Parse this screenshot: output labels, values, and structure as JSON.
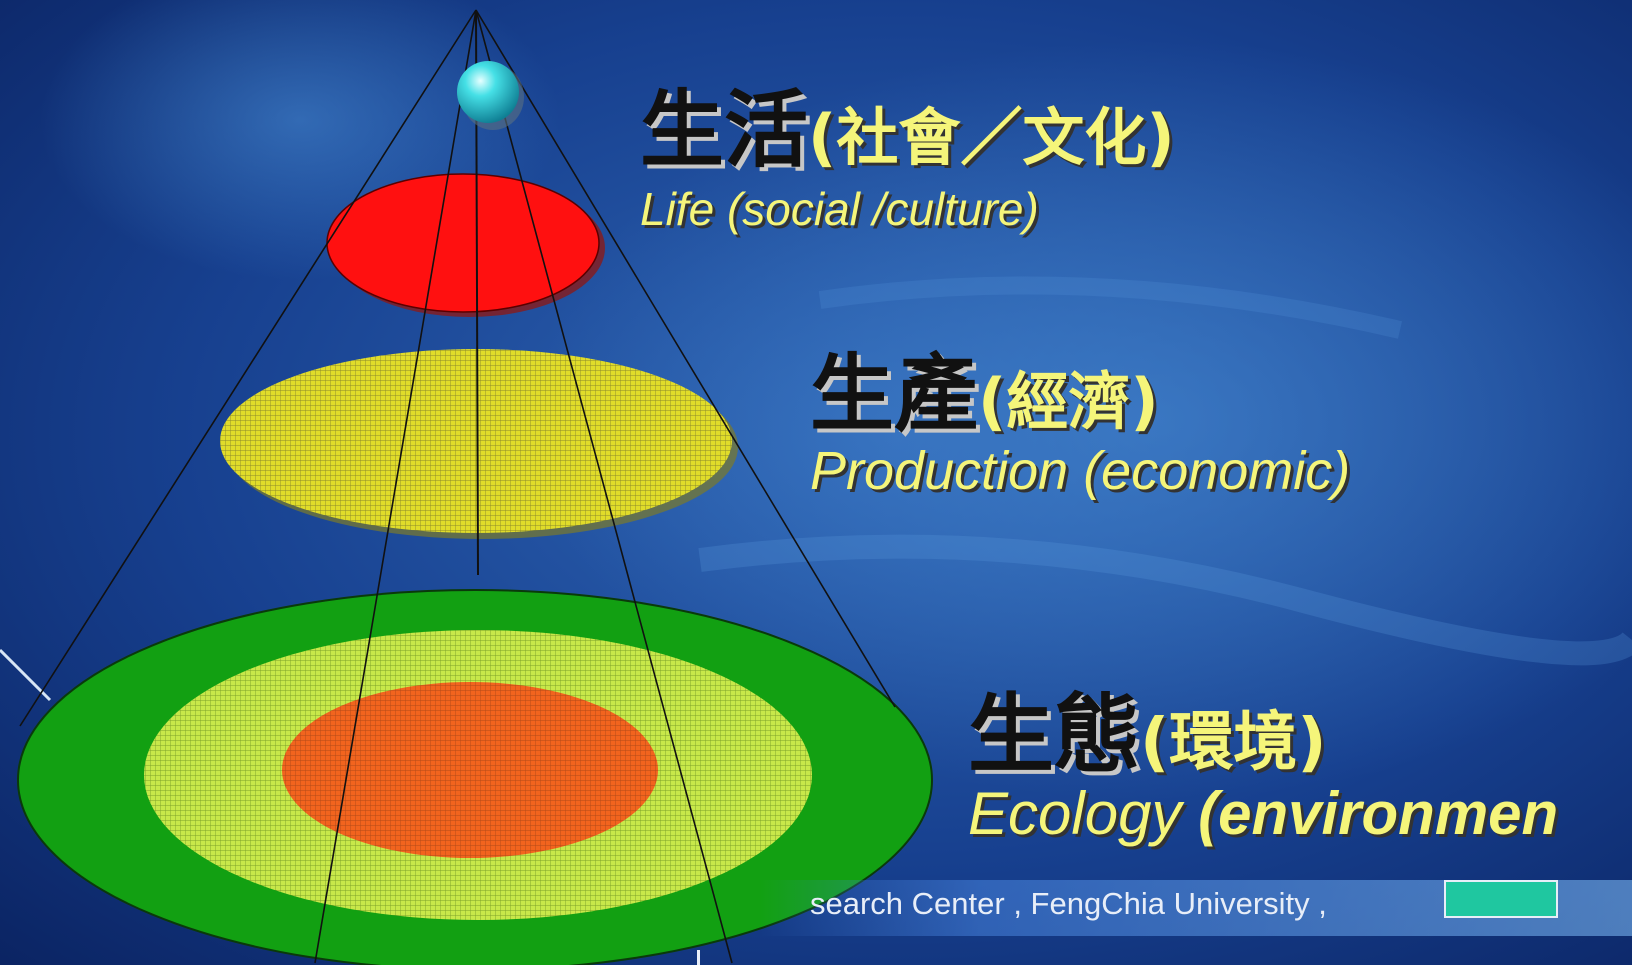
{
  "layers": {
    "life": {
      "zh_main": "生活",
      "zh_sub": "(社會／文化)",
      "en_main": "Life",
      "en_sub": "(social /culture)"
    },
    "production": {
      "zh_main": "生產",
      "zh_sub": "(經濟)",
      "en_main": "Production",
      "en_sub": "(economic)"
    },
    "ecology": {
      "zh_main": "生態",
      "zh_sub": "(環境)",
      "en_main": "Ecology",
      "en_sub": "(environmen"
    }
  },
  "footer": {
    "text": "search Center , FengChia University ,"
  },
  "colors": {
    "sphere": "#45e0e6",
    "life_disc": "#ff1010",
    "production_disc": "#e0dc2a",
    "ecology_outer": "#12a012",
    "ecology_middle": "#c8e84a",
    "ecology_inner": "#f2641e",
    "label_yellow": "#f5f57a",
    "teal_badge": "#1fc7a0"
  }
}
